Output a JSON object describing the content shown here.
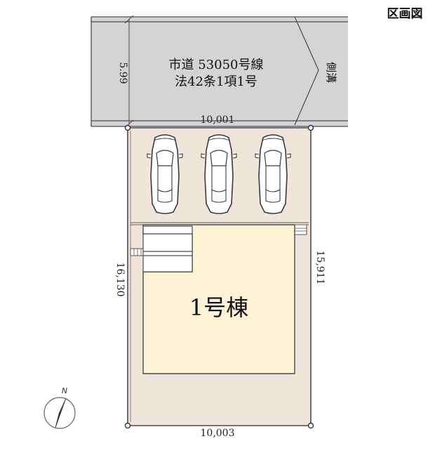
{
  "header": {
    "title": "区画図"
  },
  "road": {
    "name_line1": "市道 53050号線",
    "name_line2": "法42条1項1号",
    "width_label": "5.99",
    "gutter_label": "側溝"
  },
  "dimensions": {
    "front": "10,001",
    "back": "10,003",
    "left": "16,130",
    "right": "15,911"
  },
  "building": {
    "label": "1号棟"
  },
  "compass": {
    "north_label": "N"
  },
  "parking": {
    "car_count": 3
  },
  "colors": {
    "road_fill": "#d4d4d4",
    "lot_fill": "#efe5da",
    "building_fill": "#fdf2d6",
    "line": "#4a4a4a"
  }
}
